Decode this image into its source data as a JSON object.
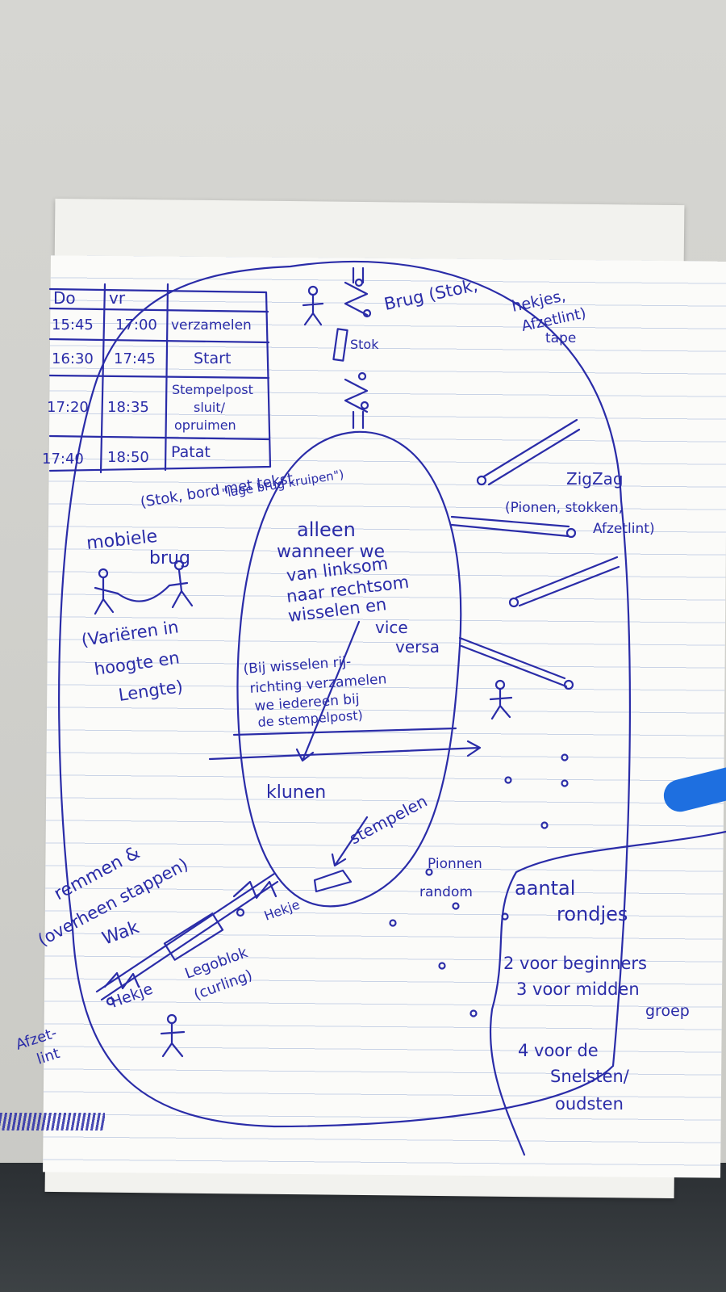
{
  "schedule": {
    "headers": [
      "Do",
      "vr",
      ""
    ],
    "rows": [
      [
        "15:45",
        "17:00",
        "verzamelen"
      ],
      [
        "16:30",
        "17:45",
        "Start"
      ],
      [
        "17:20",
        "18:35",
        "Stempelpost",
        "sluit/",
        "opruimen"
      ],
      [
        "17:40",
        "18:50",
        "Patat"
      ]
    ]
  },
  "labels": {
    "brug": "Brug (Stok, hekjes, Afzetlint)",
    "brug_line1": "Brug (Stok,",
    "brug_line2": "hekjes,",
    "brug_line3": "Afzetlint)",
    "tape": "tape",
    "stok": "Stok",
    "stok_bord_line1": "(Stok, bord met tekst",
    "stok_bord_line2": "\"lage brug kruipen\")",
    "mobiele_line1": "mobiele",
    "mobiele_line2": "brug",
    "varieren_line1": "(Variëren in",
    "varieren_line2": "hoogte en",
    "varieren_line3": "Lengte)",
    "zigzag_line1": "ZigZag",
    "zigzag_line2": "(Pionen, stokken,",
    "zigzag_line3": "Afzetlint)",
    "center_line1": "alleen",
    "center_line2": "wanneer we",
    "center_line3": "van linksom",
    "center_line4": "naar rechtsom",
    "center_line5": "wisselen en",
    "center_line6": "vice",
    "center_line7": "versa",
    "wissel_line1": "(Bij wisselen rij-",
    "wissel_line2": "richting verzamelen",
    "wissel_line3": "we iedereen bij",
    "wissel_line4": "de stempelpost)",
    "klunen": "klunen",
    "stempelen": "stempelen",
    "pionnen_line1": "Pionnen",
    "pionnen_line2": "random",
    "remmen_line1": "remmen &",
    "remmen_line2": "(overheen stappen)",
    "wak": "Wak",
    "hekje_right": "Hekje",
    "hekje_left": "Hekje",
    "legoblok_line1": "Legoblok",
    "legoblok_line2": "(curling)",
    "afzetlint_line1": "Afzet-",
    "afzetlint_line2": "lint"
  },
  "rounds": {
    "title_line1": "aantal",
    "title_line2": "rondjes",
    "item1": "2 voor beginners",
    "item2_line1": "3 voor midden",
    "item2_line2": "groep",
    "item3_line1": "4 voor de",
    "item3_line2": "Snelsten/",
    "item3_line3": "oudsten"
  },
  "colors": {
    "ink": "#2a2ca8",
    "pen_cap": "#1e6fe0",
    "paper": "#fbfbf9"
  }
}
